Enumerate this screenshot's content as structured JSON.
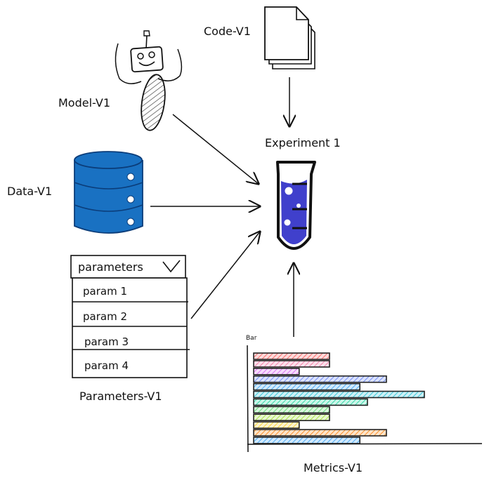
{
  "labels": {
    "code": "Code-V1",
    "model": "Model-V1",
    "data": "Data-V1",
    "parameters": "Parameters-V1",
    "metrics": "Metrics-V1",
    "experiment": "Experiment 1"
  },
  "parameters_panel": {
    "header": "parameters",
    "items": [
      "param 1",
      "param 2",
      "param 3",
      "param 4"
    ]
  },
  "chart": {
    "title": "Bar"
  },
  "chart_data": {
    "type": "bar",
    "orientation": "horizontal",
    "title": "Bar",
    "values": [
      1.0,
      1.0,
      0.6,
      1.75,
      1.4,
      2.25,
      1.5,
      1.0,
      1.0,
      0.6,
      1.75,
      1.4
    ],
    "colors": [
      "#ff6b6b",
      "#f783ac",
      "#da77f2",
      "#748ffc",
      "#4dabf7",
      "#3bc9db",
      "#38d9a9",
      "#69db7c",
      "#a9e34b",
      "#ffd43b",
      "#ff922b",
      "#4dabf7"
    ]
  },
  "colors": {
    "data_db": "#1971c2",
    "liquid": "#4040cc",
    "ink": "#111111"
  }
}
